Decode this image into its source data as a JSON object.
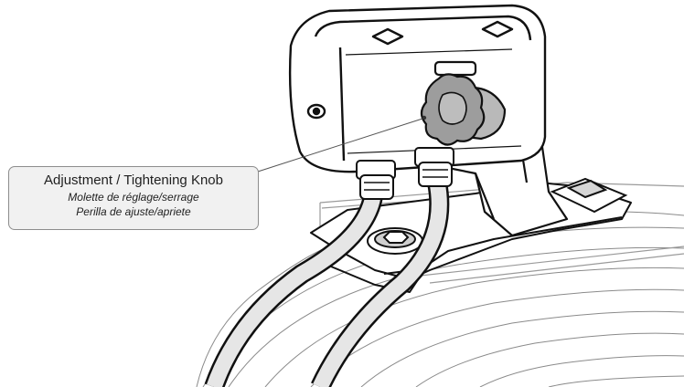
{
  "callout": {
    "english": "Adjustment / Tightening Knob",
    "french": "Molette de réglage/serrage",
    "spanish": "Perilla de ajuste/apriete"
  }
}
